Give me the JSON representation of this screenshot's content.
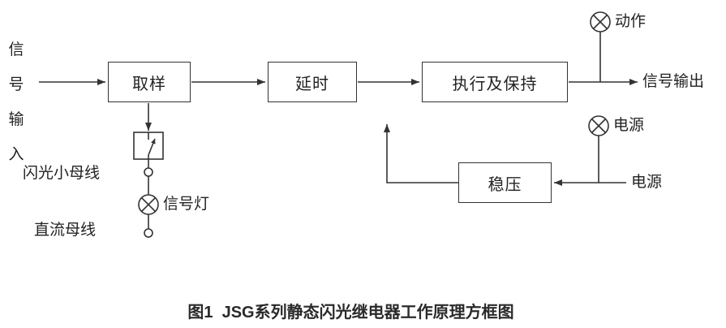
{
  "diagram": {
    "input_chars": [
      "信",
      "号",
      "输",
      "入"
    ],
    "boxes": {
      "sampling": "取样",
      "delay": "延时",
      "execute_hold": "执行及保持",
      "regulator": "稳压"
    },
    "labels": {
      "action_lamp": "动作",
      "signal_output": "信号输出",
      "power_lamp": "电源",
      "power_source": "电源",
      "flash_bus": "闪光小母线",
      "signal_lamp": "信号灯",
      "dc_bus": "直流母线"
    },
    "icons": {
      "lamp": "circle-with-x indicator lamp",
      "contact": "switch contact inside small square",
      "terminal": "small open circle terminal"
    },
    "connections": [
      "信号输入 → 取样",
      "取样 → 延时",
      "延时 → 执行及保持",
      "执行及保持 → 信号输出 (分支: 动作灯)",
      "取样 → 触点 → 闪光小母线 → 信号灯 → 直流母线",
      "电源 → 稳压 (分支: 电源灯)",
      "稳压 → 反馈向上箭头"
    ],
    "caption": "图1  JSG系列静态闪光继电器工作原理方框图",
    "colors": {
      "line": "#333333",
      "text": "#222222",
      "background": "#ffffff"
    }
  }
}
